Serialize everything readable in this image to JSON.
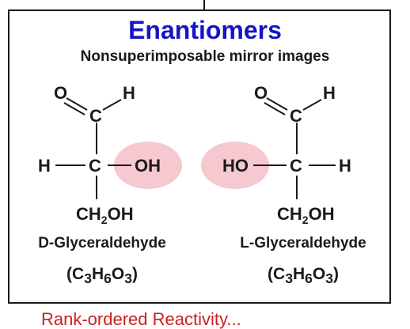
{
  "title": "Enantiomers",
  "subtitle": "Nonsuperimposable mirror images",
  "highlight_color": "#f6c8d0",
  "left_molecule": {
    "atoms": {
      "O": "O",
      "H_aldehyde": "H",
      "C_aldehyde": "C",
      "H": "H",
      "C_center": "C",
      "OH": "OH",
      "CH": "CH",
      "sub2": "2",
      "OH_end": "OH"
    },
    "prefix": "D-",
    "name": "Glyceraldehyde",
    "formula": {
      "open": "(C",
      "c_sub": "3",
      "h": "H",
      "h_sub": "6",
      "o": "O",
      "o_sub": "3",
      "close": ")"
    }
  },
  "right_molecule": {
    "atoms": {
      "O": "O",
      "H_aldehyde": "H",
      "C_aldehyde": "C",
      "HO": "HO",
      "C_center": "C",
      "H": "H",
      "CH": "CH",
      "sub2": "2",
      "OH_end": "OH"
    },
    "prefix": "L-",
    "name": "Glyceraldehyde",
    "formula": {
      "open": "(C",
      "c_sub": "3",
      "h": "H",
      "h_sub": "6",
      "o": "O",
      "o_sub": "3",
      "close": ")"
    }
  },
  "footer_text": "Rank-ordered Reactivity..."
}
